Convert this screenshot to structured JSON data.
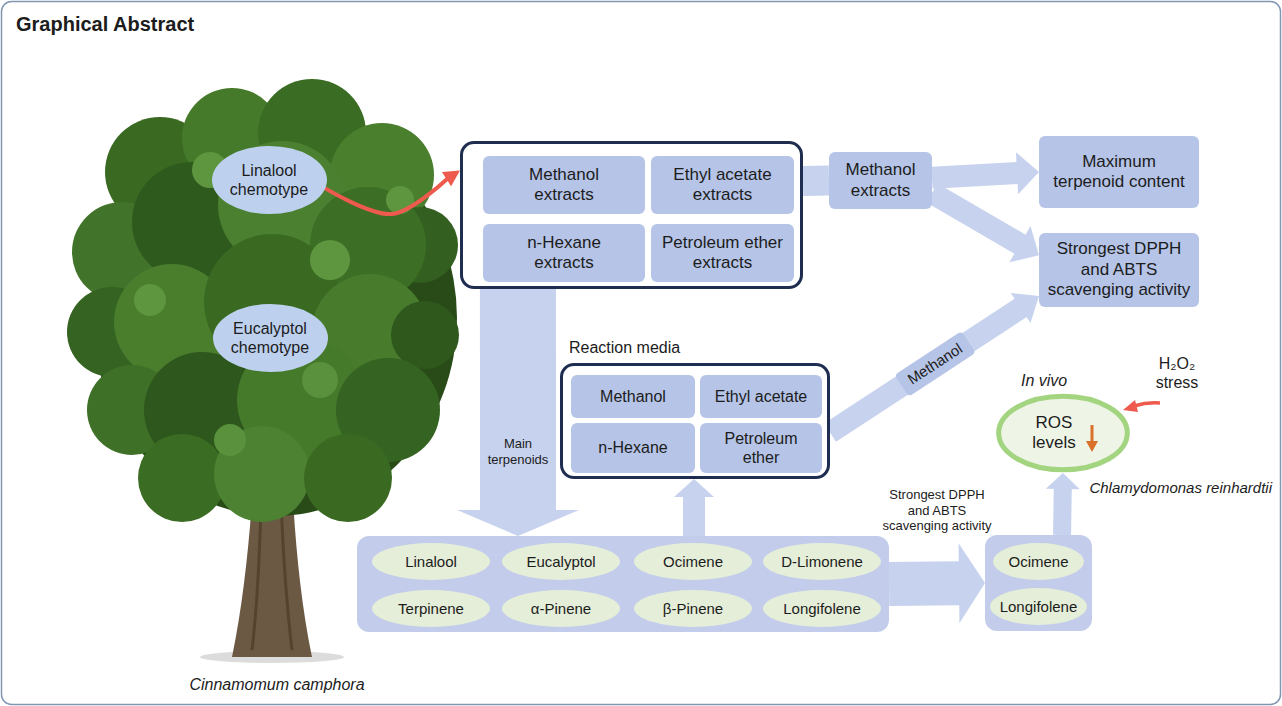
{
  "diagram": {
    "title": "Graphical Abstract",
    "nodes": [
      {
        "text": [
          "Linalool chemotype"
        ]
      },
      {
        "text": [
          "Eucalyptol chemotype"
        ]
      },
      {
        "text": []
      },
      {
        "text": [
          "Methanol extracts"
        ],
        "in": 2
      },
      {
        "text": [
          "Ethyl acetate extracts"
        ],
        "in": 2
      },
      {
        "text": [
          "n-Hexane extracts"
        ],
        "in": 2
      },
      {
        "text": [
          "Petroleum ether extracts"
        ],
        "in": 2
      },
      {
        "text": [
          "Methanol extracts"
        ]
      },
      {
        "text": [
          "Maximum terpenoid content"
        ]
      },
      {
        "text": [
          "Strongest DPPH and ABTS scavenging activity"
        ]
      },
      {
        "text": [
          "Reaction media"
        ]
      },
      {
        "text": [
          "Methanol"
        ],
        "in": 10
      },
      {
        "text": [
          "Ethyl acetate"
        ],
        "in": 10
      },
      {
        "text": [
          "n-Hexane"
        ],
        "in": 10
      },
      {
        "text": [
          "Petroleum ether"
        ],
        "in": 10
      },
      {
        "text": []
      },
      {
        "text": [
          "Linalool"
        ],
        "in": 15
      },
      {
        "text": [
          "Eucalyptol"
        ],
        "in": 15
      },
      {
        "text": [
          "Ocimene"
        ],
        "in": 15
      },
      {
        "text": [
          "D-Limonene"
        ],
        "in": 15
      },
      {
        "text": [
          "Terpinene"
        ],
        "in": 15
      },
      {
        "text": [
          "α-Pinene"
        ],
        "in": 15
      },
      {
        "text": [
          "β-Pinene"
        ],
        "in": 15
      },
      {
        "text": [
          "Longifolene"
        ],
        "in": 15
      },
      {
        "text": []
      },
      {
        "text": [
          "Ocimene"
        ],
        "in": 24
      },
      {
        "text": [
          "Longifolene"
        ],
        "in": 24
      },
      {
        "text": [
          "ROS levels"
        ]
      }
    ],
    "edges": [
      {
        "from": 0,
        "to": 2,
        "arrow": "to"
      },
      {
        "from": 2,
        "to": 15,
        "label": "Main terpenoids",
        "arrow": "to"
      },
      {
        "from": 15,
        "to": 10,
        "arrow": "to"
      },
      {
        "from": 2,
        "to": 7,
        "arrow": "none"
      },
      {
        "from": 7,
        "to": 8,
        "arrow": "to"
      },
      {
        "from": 7,
        "to": 9,
        "arrow": "to"
      },
      {
        "from": 10,
        "to": 9,
        "label": "Methanol",
        "arrow": "to"
      },
      {
        "from": 15,
        "to": 24,
        "label": "Strongest DPPH and ABTS scavenging activity",
        "arrow": "to"
      },
      {
        "from": 24,
        "to": 27,
        "arrow": "to"
      }
    ],
    "labels": [
      "Cinnamomum camphora",
      "In vivo",
      "H₂O₂ stress",
      "Chlamydomonas reinhardtii"
    ]
  }
}
